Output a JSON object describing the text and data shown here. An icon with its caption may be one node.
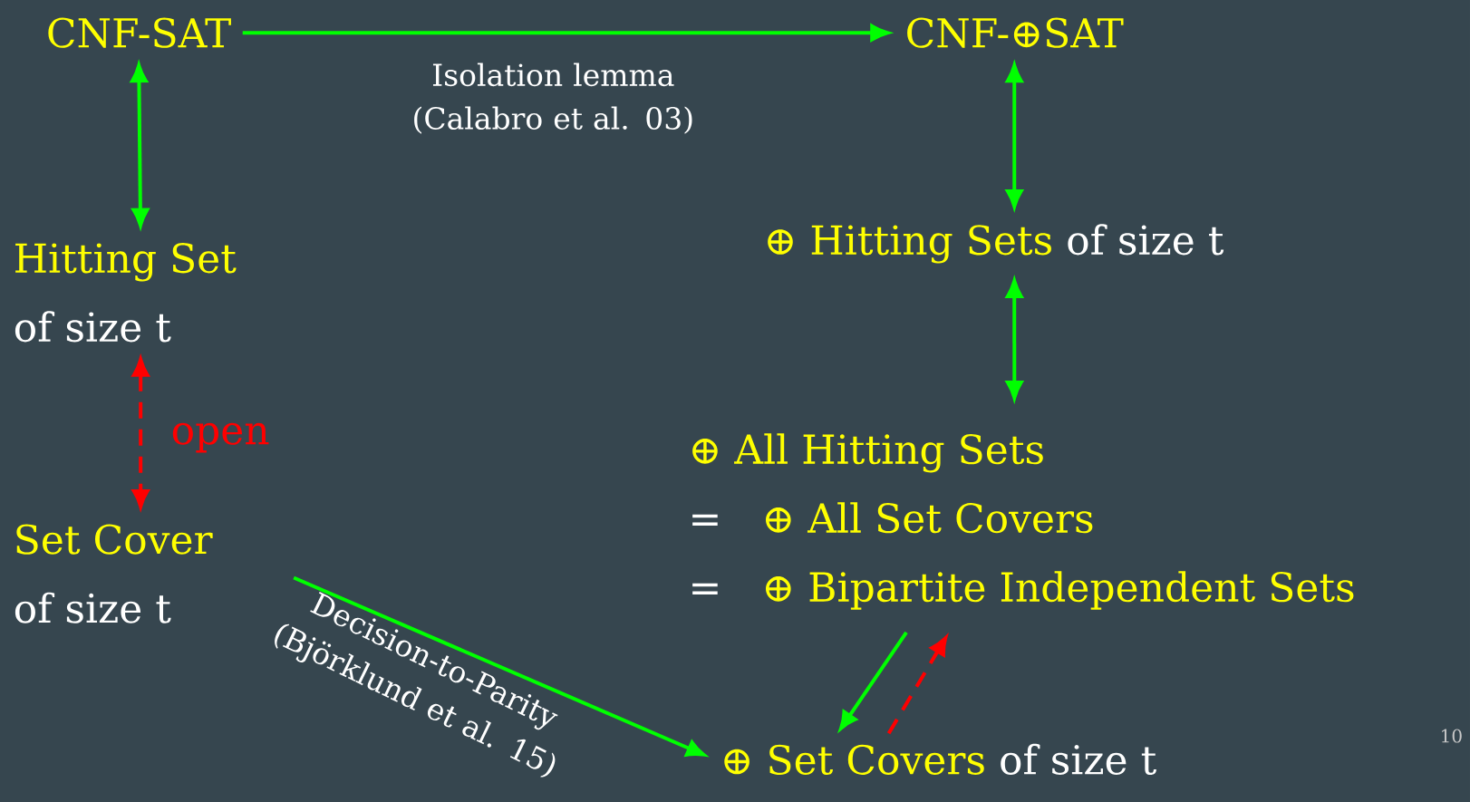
{
  "diagram": {
    "nodes": [
      {
        "text": [
          "CNF-SAT"
        ]
      },
      {
        "text": [
          "CNF-⊕SAT"
        ]
      },
      {
        "text": [
          "Hitting Set",
          "of size t"
        ]
      },
      {
        "text": [
          "⊕ Hitting Sets",
          "of size t"
        ]
      },
      {
        "text": [
          "Set Cover",
          "of size t"
        ]
      },
      {
        "text": [
          "⊕ All Hitting Sets",
          "=",
          "⊕ All Set Covers",
          "=",
          "⊕ Bipartite Independent Sets"
        ]
      },
      {
        "text": [
          "⊕ Set Covers",
          "of size t"
        ]
      }
    ],
    "edges": [
      {
        "from": 0,
        "to": 1,
        "arrow": "to",
        "label": "Isolation lemma (Calabro et al. 03)"
      },
      {
        "from": 0,
        "to": 2,
        "arrow": "both"
      },
      {
        "from": 1,
        "to": 3,
        "arrow": "both"
      },
      {
        "from": 2,
        "to": 4,
        "arrow": "both",
        "label": "open",
        "style": "dashed",
        "color": "#ff0000"
      },
      {
        "from": 3,
        "to": 5,
        "arrow": "both"
      },
      {
        "from": 4,
        "to": 6,
        "arrow": "to",
        "label": "Decision-to-Parity (Björklund et al. 15)"
      },
      {
        "from": 5,
        "to": 6,
        "arrow": "to"
      },
      {
        "from": 6,
        "to": 5,
        "arrow": "to",
        "style": "dashed",
        "color": "#ff0000"
      }
    ],
    "labels": [
      "10"
    ]
  }
}
